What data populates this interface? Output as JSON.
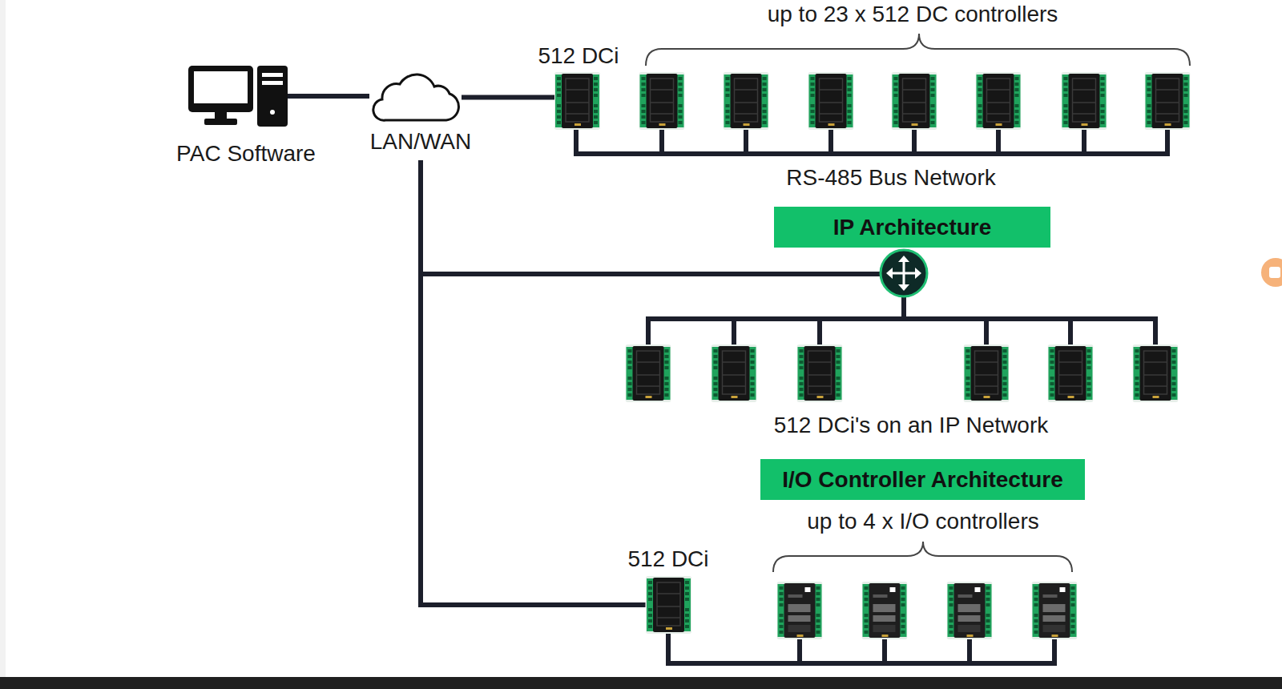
{
  "diagram": {
    "nodes": [
      {
        "text": [
          "PAC Software"
        ]
      },
      {
        "text": [
          "LAN/WAN"
        ]
      },
      {
        "text": [
          "512 DCi"
        ]
      },
      {
        "text": [
          "IP Architecture"
        ]
      },
      {
        "text": [
          "512 DCi"
        ]
      },
      {
        "text": [
          "I/O Controller Architecture"
        ]
      }
    ],
    "edges": [
      {
        "from": 0,
        "to": 1,
        "arrow": "none"
      },
      {
        "from": 1,
        "to": 2,
        "arrow": "none"
      },
      {
        "from": 1,
        "to": 4,
        "arrow": "none"
      }
    ],
    "labels": [
      "up to 23 x 512 DC controllers",
      "RS-485 Bus Network",
      "512 DCi's on an IP Network",
      "up to 4 x I/O controllers"
    ]
  }
}
